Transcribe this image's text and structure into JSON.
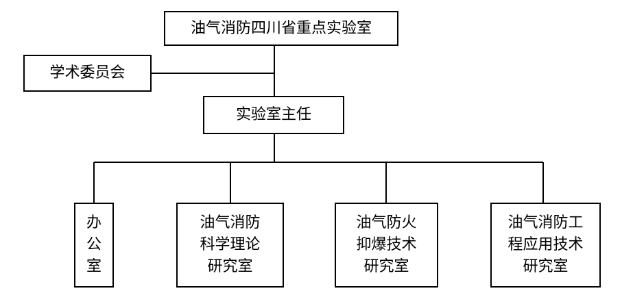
{
  "org_chart": {
    "lab_name": "油气消防四川省重点实验室",
    "committee": "学术委员会",
    "director": "实验室主任",
    "units": [
      {
        "lines": [
          "办",
          "公",
          "室"
        ]
      },
      {
        "lines": [
          "油气消防",
          "科学理论",
          "研究室"
        ]
      },
      {
        "lines": [
          "油气防火",
          "抑爆技术",
          "研究室"
        ]
      },
      {
        "lines": [
          "油气消防工",
          "程应用技术",
          "研究室"
        ]
      }
    ]
  }
}
